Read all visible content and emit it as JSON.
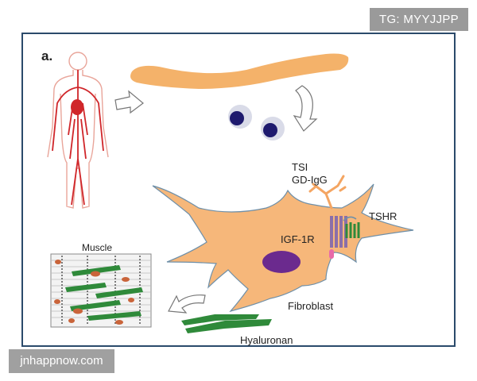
{
  "watermarks": {
    "top": "TG: MYYJJPP",
    "bottom": "jnhappnow.com"
  },
  "panel": {
    "letter": "a."
  },
  "labels": {
    "tsi": "TSI",
    "gd_igg": "GD-IgG",
    "tshr": "TSHR",
    "igf1r": "IGF-1R",
    "fibroblast": "Fibroblast",
    "muscle": "Muscle",
    "hyaluronan": "Hyaluronan"
  },
  "colors": {
    "frame": "#2b4a6b",
    "vessel": "#f4b26a",
    "cell": "#f6b77a",
    "nucleus": "#6b2a8e",
    "hyaluronan": "#2f8a3a",
    "body_red": "#d0262a"
  }
}
